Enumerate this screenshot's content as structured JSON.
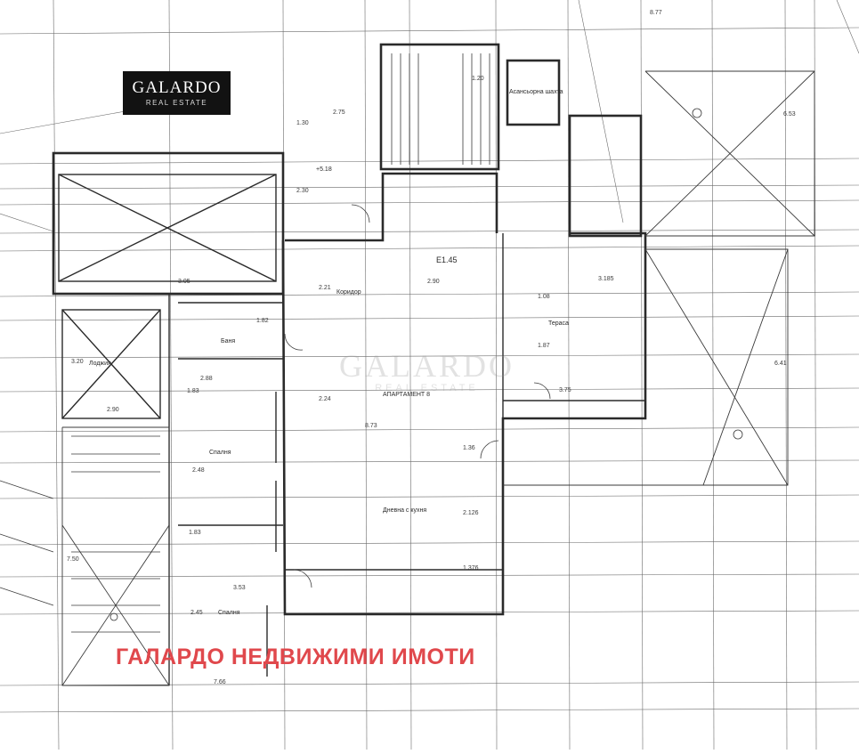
{
  "logo": {
    "name": "GALARDO",
    "subtitle": "REAL ESTATE"
  },
  "watermark": {
    "name": "GALARDO",
    "subtitle": "REAL ESTATE"
  },
  "banner": {
    "text": "ГАЛАРДО НЕДВИЖИМИ ИМОТИ"
  },
  "colors": {
    "line": "#3a3a3a",
    "banner": "#e0484c",
    "logo_bg": "#121212"
  },
  "dimensions": {
    "d1": "2.75",
    "d2": "1.30",
    "d3": "2.30",
    "d4": "2.21",
    "d5": "2.24",
    "d6": "8.73",
    "d7": "2.90",
    "d8": "3.185",
    "d9": "1.87",
    "d10": "1.08",
    "d11": "3.75",
    "d12": "1.36",
    "d13": "2.126",
    "d14": "1.376",
    "d15": "2.88",
    "d16": "1.83",
    "d17": "2.48",
    "d18": "1.83",
    "d19": "3.53",
    "d20": "2.45",
    "d21": "7.66",
    "d22": "3.20",
    "d23": "2.90",
    "d24": "7.50",
    "d25": "6.41",
    "d26": "6.53",
    "d27": "3.05",
    "d28": "1.20",
    "d29": "1.82",
    "d30": "8.77"
  },
  "rooms": {
    "apartment": "АПАРТАМЕНТ 8",
    "living": "Дневна с кухня",
    "bedroom1": "Спалня",
    "bedroom2": "Спалня",
    "bath": "Баня",
    "hall": "Коридор",
    "terrace": "Тераса",
    "elevator": "Асансьорна шахта",
    "loggia": "Лоджия"
  },
  "labels": {
    "level": "Е1.45",
    "hatch": "+5.18"
  }
}
